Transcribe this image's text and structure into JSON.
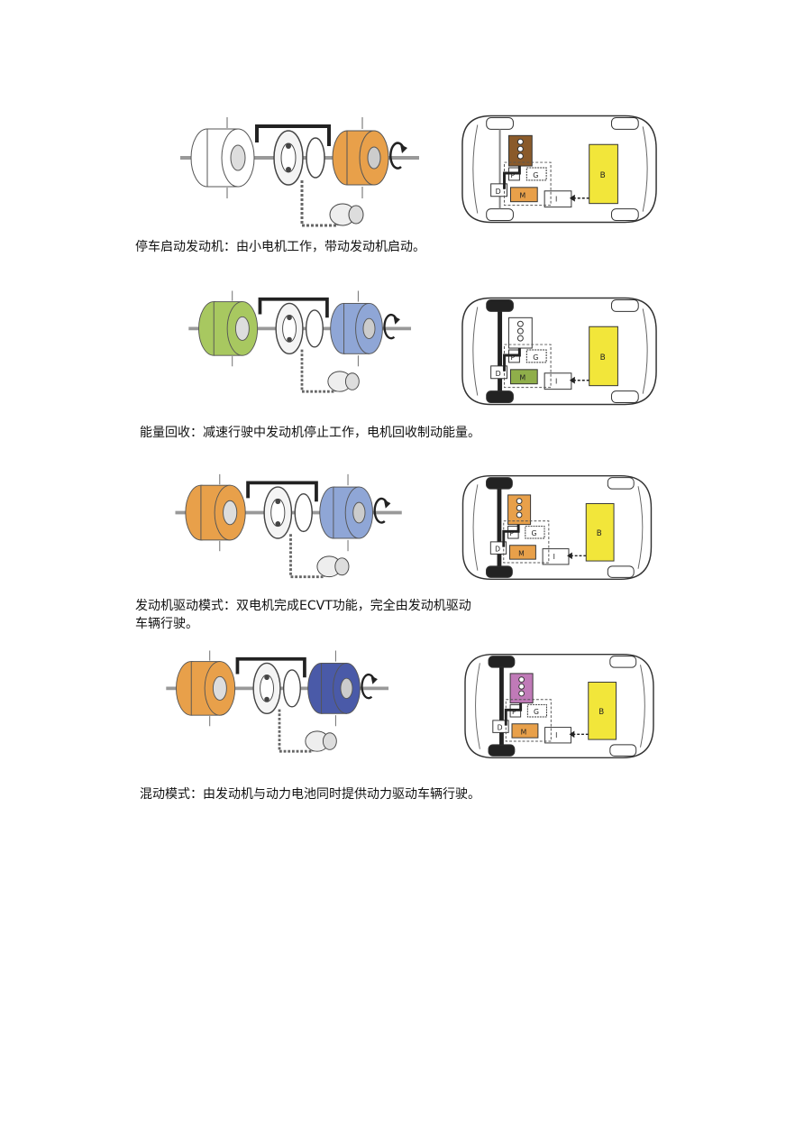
{
  "modes": [
    {
      "id": "start-engine",
      "caption": "停车启动发动机：由小电机工作，带动发动机启动。",
      "engine_color": "#ffffff",
      "motor_color": "#e8a04a",
      "engine_block_color": "#8a5a2a",
      "drive_block_color": "#e8a04a",
      "wheels_dark": false,
      "labels": {
        "battery": "B",
        "planetary": "P",
        "gen": "G",
        "motor": "M",
        "inverter": "I",
        "diff": "D"
      }
    },
    {
      "id": "regen",
      "caption": "能量回收：减速行驶中发动机停止工作，电机回收制动能量。",
      "engine_color": "#a8c860",
      "motor_color": "#8fa6d6",
      "engine_block_color": "#ffffff",
      "drive_block_color": "#8fae4a",
      "wheels_dark": true,
      "labels": {
        "battery": "B",
        "planetary": "P",
        "gen": "G",
        "motor": "M",
        "inverter": "I",
        "diff": "D"
      }
    },
    {
      "id": "engine-drive",
      "caption": "发动机驱动模式：双电机完成ECVT功能，完全由发动机驱动\n车辆行驶。",
      "engine_color": "#e8a04a",
      "motor_color": "#8fa6d6",
      "engine_block_color": "#e8a04a",
      "drive_block_color": "#e8a04a",
      "wheels_dark": true,
      "labels": {
        "battery": "B",
        "planetary": "P",
        "gen": "G",
        "motor": "M",
        "inverter": "I",
        "diff": "D"
      }
    },
    {
      "id": "hybrid",
      "caption": "混动模式：由发动机与动力电池同时提供动力驱动车辆行驶。",
      "engine_color": "#e8a04a",
      "motor_color": "#4a5aa8",
      "engine_block_color": "#c07ab8",
      "drive_block_color": "#e8a04a",
      "wheels_dark": true,
      "labels": {
        "battery": "B",
        "planetary": "P",
        "gen": "G",
        "motor": "M",
        "inverter": "I",
        "diff": "D"
      }
    }
  ],
  "colors": {
    "battery": "#f2e63a",
    "line": "#222222"
  }
}
